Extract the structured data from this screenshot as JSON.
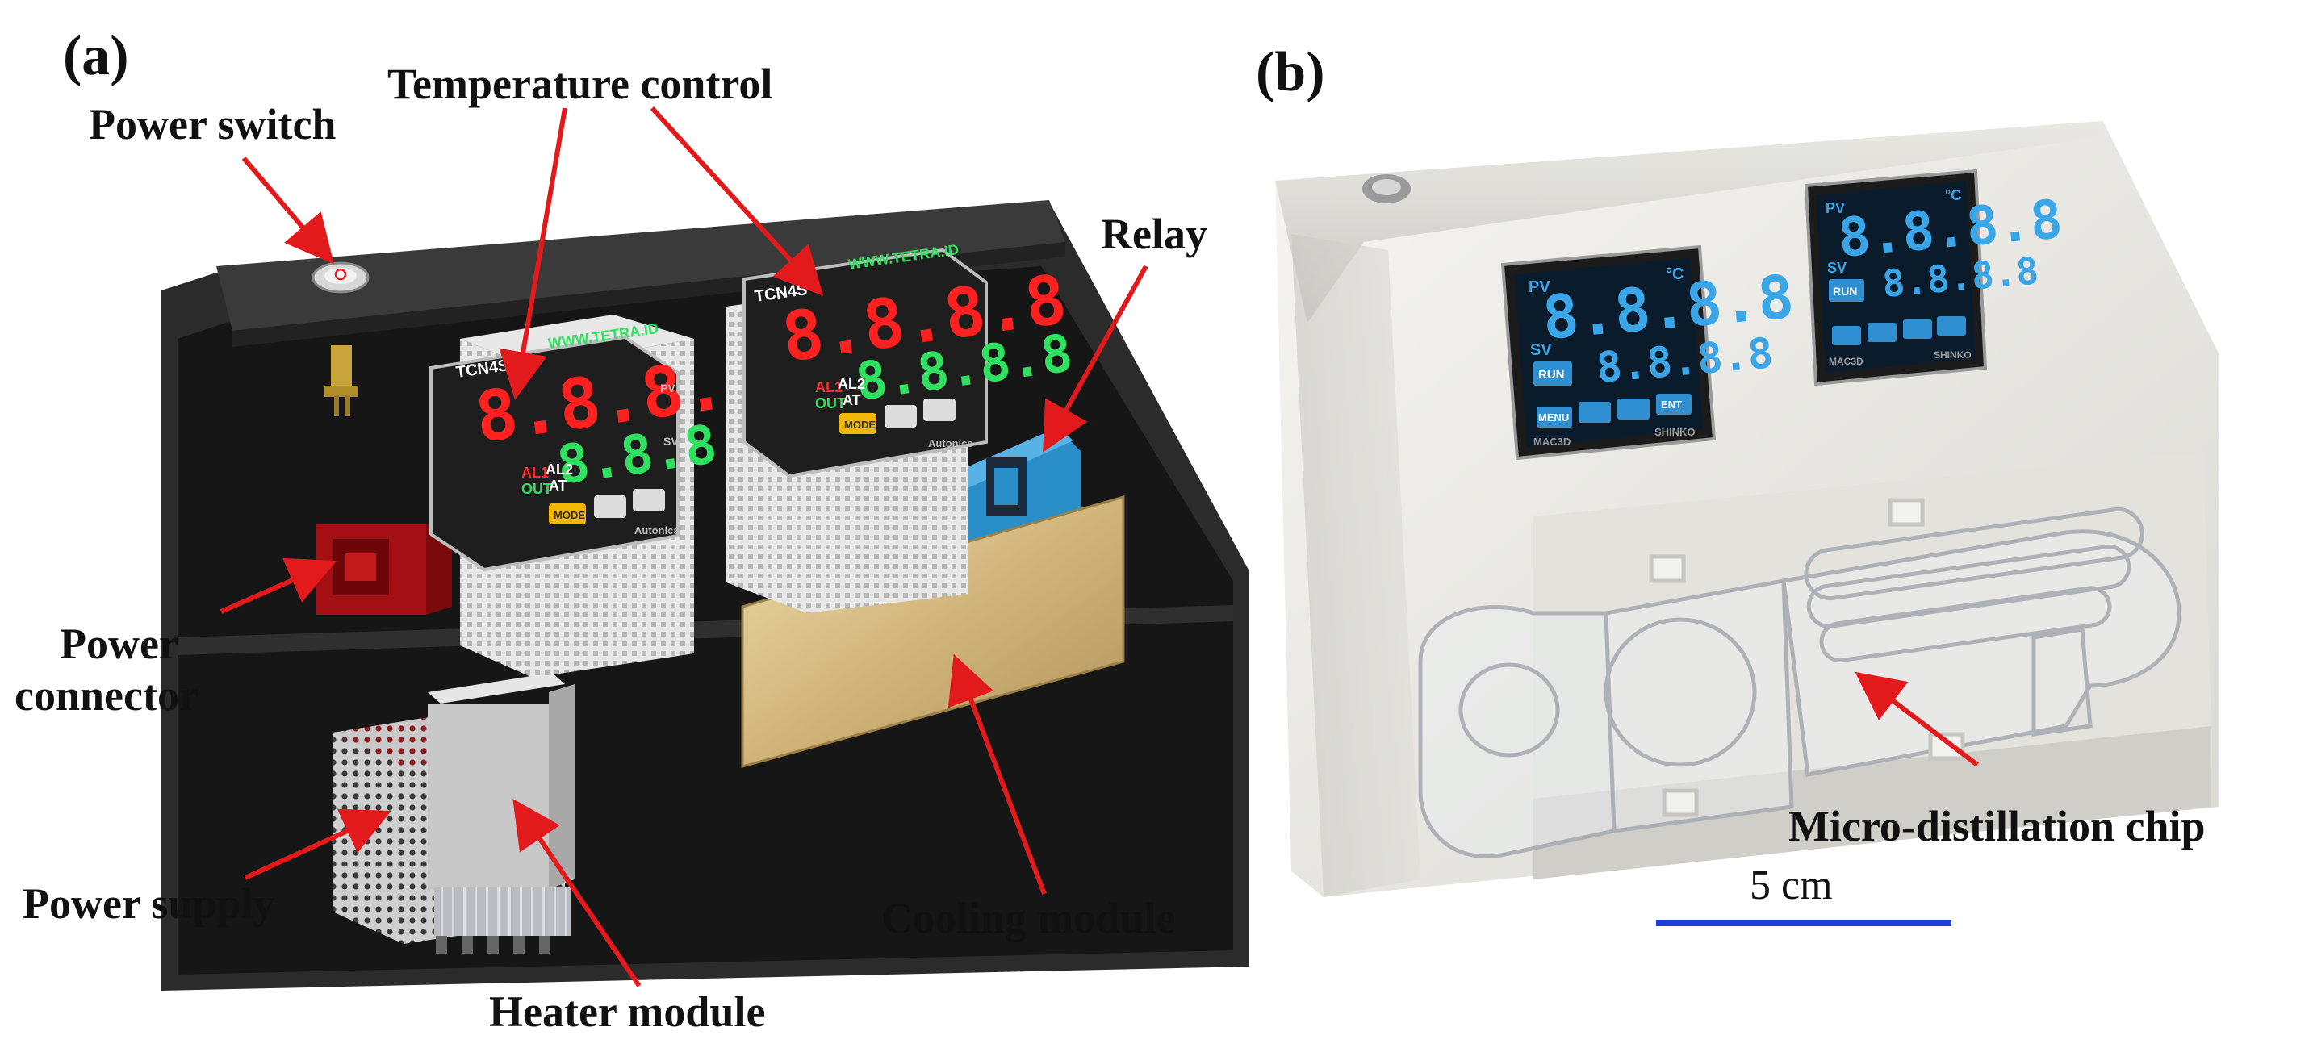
{
  "panel_a": {
    "label": "(a)",
    "callouts": {
      "power_switch": "Power switch",
      "temperature_control": "Temperature control",
      "relay": "Relay",
      "power_connector_line1": "Power",
      "power_connector_line2": "connector",
      "power_supply": "Power supply",
      "heater_module": "Heater module",
      "cooling_module": "Cooling module"
    },
    "controller": {
      "model": "TCN4S",
      "brand_url": "WWW.TETRA.ID",
      "brand": "Autonics",
      "pv_readout": "8.8.8.8",
      "sv_readout": "8.8.8.8",
      "tag_pv": "PV",
      "tag_sv": "SV",
      "al1": "AL1",
      "al2": "AL2",
      "out": "OUT",
      "at": "AT",
      "mode_key": "MODE"
    }
  },
  "panel_b": {
    "label": "(b)",
    "callouts": {
      "chip": "Micro-distillation chip"
    },
    "scale_bar": {
      "label": "5 cm"
    },
    "controller": {
      "model": "MAC3D",
      "brand": "SHINKO",
      "unit": "°C",
      "tag_pv": "PV",
      "tag_sv": "SV",
      "pv_readout": "8.8.8.8",
      "sv_readout": "8.8.8.8",
      "keys": [
        "RUN",
        "MENU",
        "ENT"
      ]
    }
  },
  "colors": {
    "arrow": "#e31a1c",
    "scale_bar": "#1f3fd6",
    "enclosure": "#1c1c1c",
    "lcd": "#0a1c2c",
    "lcd_digit": "#3aa6e8",
    "led_red": "#ff2020",
    "led_green": "#30e060"
  }
}
